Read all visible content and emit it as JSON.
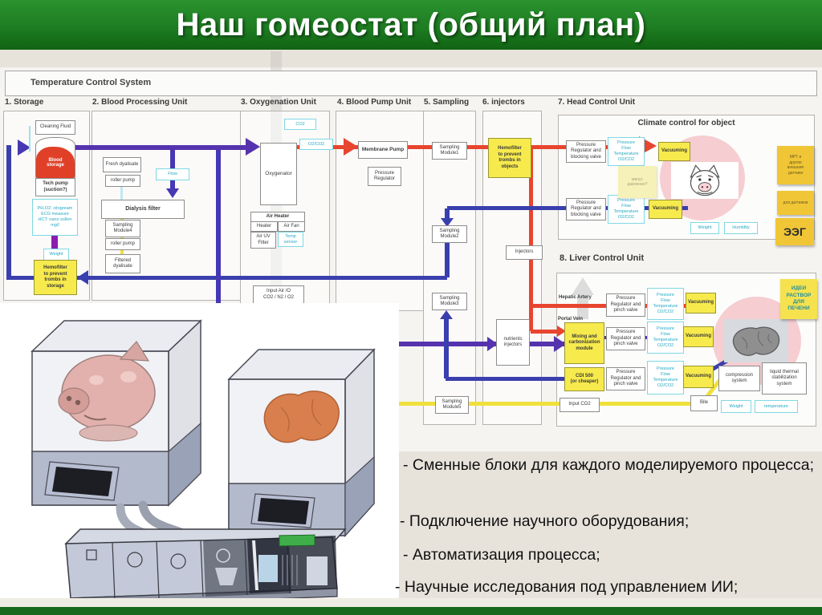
{
  "slide": {
    "title": "Наш гомеостат (общий план)"
  },
  "bullets": [
    "- Сменные блоки для каждого моделируемого процесса;",
    "- Подключение научного оборудования;",
    "- Автоматизация процесса;",
    "- Научные исследования под управлением ИИ;"
  ],
  "colors": {
    "header_green": "#1e7d22",
    "line_red": "#e8452e",
    "line_blue": "#3a3fae",
    "line_purple": "#5633ae",
    "line_yellow": "#f0e03c",
    "box_yellow": "#f7ea4d",
    "sensor_cyan": "#25a9c1",
    "circle_pink": "#f6cdd1",
    "sticky_gold": "#f0c636"
  },
  "diagram": {
    "system_title": "Temperature Control System",
    "col1": "1. Storage",
    "col2": "2. Blood Processing Unit",
    "col3": "3. Oxygenation Unit",
    "col4": "4. Blood Pump Unit",
    "col5": "5. Sampling",
    "col6": "6. injectors",
    "col7": "7. Head Control Unit",
    "col8": "8. Liver Control Unit",
    "storage": {
      "cleaning_fluid": "Cleaning Fluid",
      "blood_storage": "Blood\nstorage",
      "tech_pump": "Tech pump\n(suction?)",
      "sensor_note": "PH,O2: citogream\nECG measure\nHCT: nano sollen\nmg/l",
      "weight": "Weight",
      "hemofilter": "Hemofilter\nto prevent\ntrombs in\nstorage"
    },
    "bpu": {
      "fresh": "Fresh dyalisate",
      "roller1": "roller pump",
      "flow": "Flow",
      "dialysis": "Dialysis filter",
      "sampling": "Sampling\nModule4",
      "roller2": "roller pump",
      "filtered": "Filtered\ndyalisate"
    },
    "oxy": {
      "co2": "CO2",
      "o2co2": "O2/CO2",
      "oxygenator": "Oxygenator",
      "air_heater": "Air Heater",
      "heater": "Heater",
      "air_fan": "Air Fan",
      "uv_filter": "Air UV\nFilter",
      "temp_sensor": "Temp\nsensor",
      "input_air": "Input Air /O\nCO2 / N2 / O2"
    },
    "pump": {
      "membrane": "Membrane Pump",
      "pressure_reg": "Pressure\nRegulator"
    },
    "sampling": {
      "m1": "Sampling\nModule1",
      "m2": "Sampling\nModule2",
      "m3": "Sampling\nModule3",
      "m5": "Sampling\nModule5"
    },
    "injectors": {
      "hemofilter": "Hemofilter\nto prevent\ntrombs in\nobjects",
      "injectors": "Injectors",
      "nutrients": "nutrients\ninjectors"
    },
    "head": {
      "subtitle": "Climate control for object",
      "pressure_reg": "Pressure\nRegulator and\nblocking valve",
      "sensors": "Pressure\nFlow\nTemperature\nO2/CO2",
      "vacuuming": "Vacuuming",
      "weight": "Weight",
      "humidity": "Humidity",
      "note_small": "минус\nдавление?",
      "note_top": "МРТ и\nдругие\nвнешние\nдатчики",
      "note_mid": "для датчиков",
      "note_eeg": "ЭЭГ"
    },
    "liver": {
      "hepatic": "Hepatic Artery",
      "portal": "Portal Vein",
      "mixing": "Mixing and\ncarbonization\nmodule",
      "pressure_reg": "Pressure\nRegulator and\npinch valve",
      "sensors": "Pressure\nFlow\nTemperature\nO2/CO2",
      "vacuuming": "Vacuuming",
      "cdi": "CDI 500\n(or cheaper)",
      "compression": "compression\nsystem",
      "thermal": "liquid thermal\nstabilization\nsystem",
      "bile": "Bile",
      "input_co2": "Input CO2",
      "weight": "Weight",
      "temperature": "temperature",
      "idea_note": "ИДЕИ\nРАСТВОР\nДЛЯ\nПЕЧЕНИ"
    }
  }
}
